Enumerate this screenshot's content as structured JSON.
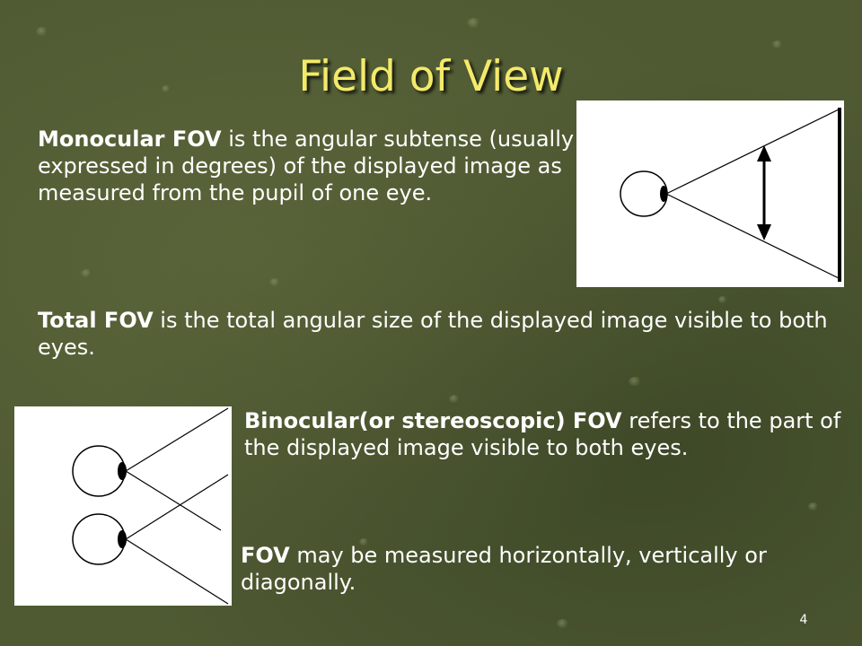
{
  "slide": {
    "title": "Field of View",
    "paragraphs": [
      {
        "term": "Monocular FOV",
        "text": " is the angular subtense (usually expressed in degrees) of the displayed image as measured from the pupil of one eye."
      },
      {
        "term": "Total FOV",
        "text": " is the total angular size of the displayed image visible to both eyes."
      },
      {
        "term": "Binocular(or stereoscopic) FOV",
        "text": " refers to the part of the displayed image visible to both eyes."
      },
      {
        "term": "FOV",
        "text": " may be measured horizontally, vertically or diagonally."
      }
    ],
    "page_number": "4"
  },
  "colors": {
    "background": "#4f5a33",
    "title": "#f3ea6a",
    "text": "#ffffff"
  }
}
